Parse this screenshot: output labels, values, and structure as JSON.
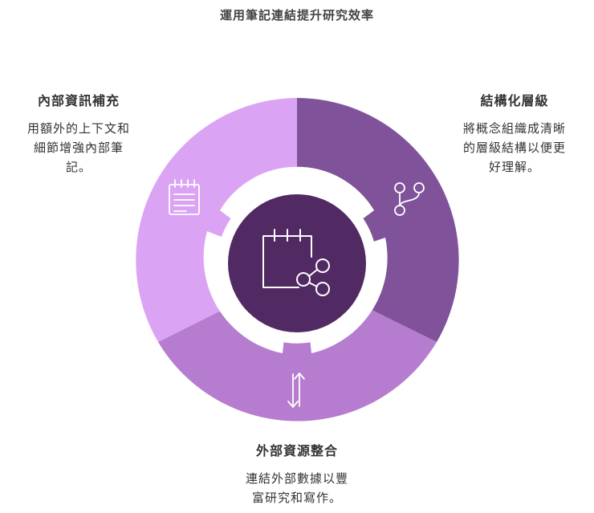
{
  "title": "運用筆記連結提升研究效率",
  "segments": {
    "left": {
      "heading": "內部資訊補充",
      "lines": [
        "用額外的上下文和",
        "細節增強內部筆",
        "記。"
      ],
      "color": "#dba3f4",
      "icon": "notepad-icon"
    },
    "right": {
      "heading": "結構化層級",
      "lines": [
        "將概念組織成清晰",
        "的層級結構以便更",
        "好理解。"
      ],
      "color": "#7f5299",
      "icon": "branch-icon"
    },
    "bottom": {
      "heading": "外部資源整合",
      "lines": [
        "連結外部數據以豐",
        "富研究和寫作。"
      ],
      "color": "#b67ccf",
      "icon": "up-down-arrows-icon"
    }
  },
  "center": {
    "color": "#522a63",
    "icon": "calendar-share-icon"
  }
}
